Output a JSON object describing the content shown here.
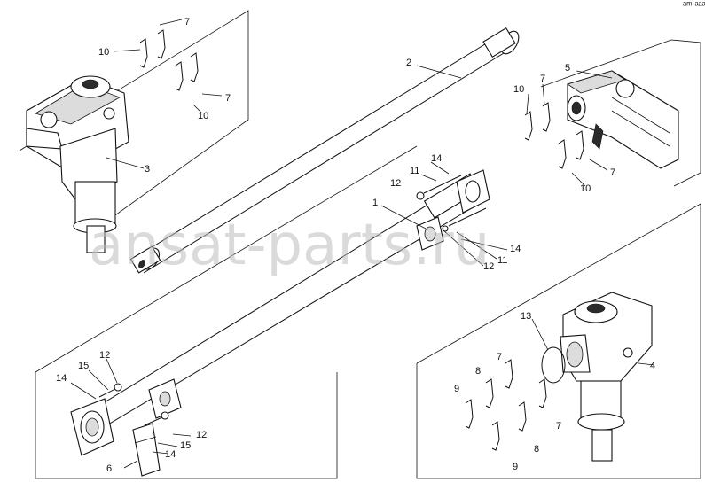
{
  "corner_mark": "ᵃᵐ ᵃᵃᵃ",
  "watermark": "ansat-parts.ru",
  "callouts": {
    "c1": "1",
    "c2": "2",
    "c3": "3",
    "c4": "4",
    "c5": "5",
    "c6": "6",
    "c7a": "7",
    "c7b": "7",
    "c7c": "7",
    "c7d": "7",
    "c7e": "7",
    "c7f": "7",
    "c8a": "8",
    "c8b": "8",
    "c9a": "9",
    "c9b": "9",
    "c10a": "10",
    "c10b": "10",
    "c10c": "10",
    "c10d": "10",
    "c11a": "11",
    "c11b": "11",
    "c12a": "12",
    "c12b": "12",
    "c12c": "12",
    "c12d": "12",
    "c13": "13",
    "c14a": "14",
    "c14b": "14",
    "c14c": "14",
    "c14d": "14",
    "c15a": "15",
    "c15b": "15"
  }
}
